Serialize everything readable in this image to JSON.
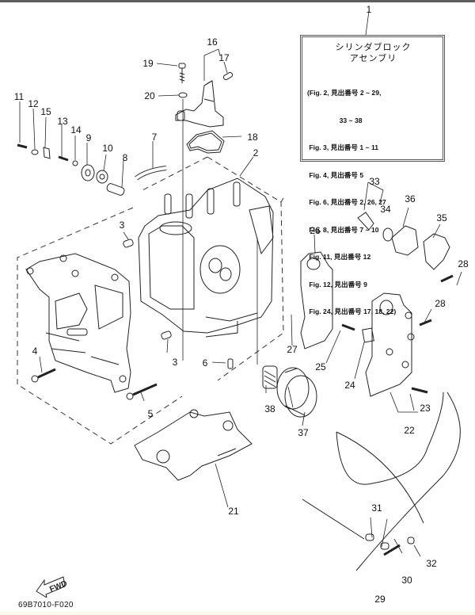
{
  "diagram": {
    "title_line1": "シリンダブロック",
    "title_line2": "アセンブリ",
    "callout_main": "1",
    "reference_lines": [
      "(Fig. 2, 見出番号 2 ~ 29,",
      "                 33 ~ 38",
      " Fig. 3, 見出番号 1 ~ 11",
      " Fig. 4, 見出番号 5",
      " Fig. 6, 見出番号 2, 26, 27",
      " Fig. 8, 見出番号 7 ~ 10",
      " Fig. 11, 見出番号 12",
      " Fig. 12, 見出番号 9",
      " Fig. 24, 見出番号 17, 18, 22)"
    ],
    "figure_code": "69B7010-F020",
    "fwd_label": "FWD",
    "part_labels": {
      "p2": "2",
      "p3a": "3",
      "p3b": "3",
      "p4": "4",
      "p5": "5",
      "p6": "6",
      "p7": "7",
      "p8": "8",
      "p9": "9",
      "p10": "10",
      "p11": "11",
      "p12": "12",
      "p13": "13",
      "p14": "14",
      "p15": "15",
      "p16": "16",
      "p17": "17",
      "p18": "18",
      "p19": "19",
      "p20": "20",
      "p21": "21",
      "p22": "22",
      "p23": "23",
      "p24": "24",
      "p25": "25",
      "p26": "26",
      "p27": "27",
      "p28a": "28",
      "p28b": "28",
      "p29": "29",
      "p30": "30",
      "p31": "31",
      "p32": "32",
      "p33": "33",
      "p34": "34",
      "p35": "35",
      "p36": "36",
      "p37": "37",
      "p38": "38"
    }
  }
}
